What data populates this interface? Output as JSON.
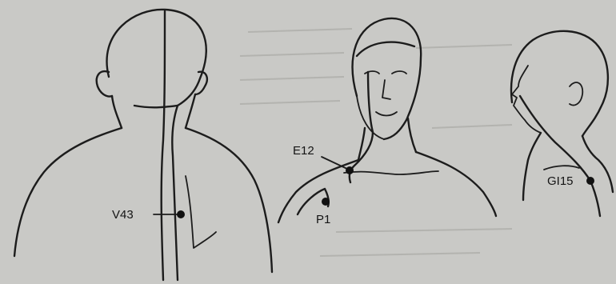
{
  "points": [
    {
      "id": "v43",
      "label": "V43"
    },
    {
      "id": "e12",
      "label": "E12"
    },
    {
      "id": "p1",
      "label": "P1"
    },
    {
      "id": "gi15",
      "label": "GI15"
    }
  ],
  "colors": {
    "paper": "#c9c9c6",
    "ink": "#1c1c1c"
  }
}
